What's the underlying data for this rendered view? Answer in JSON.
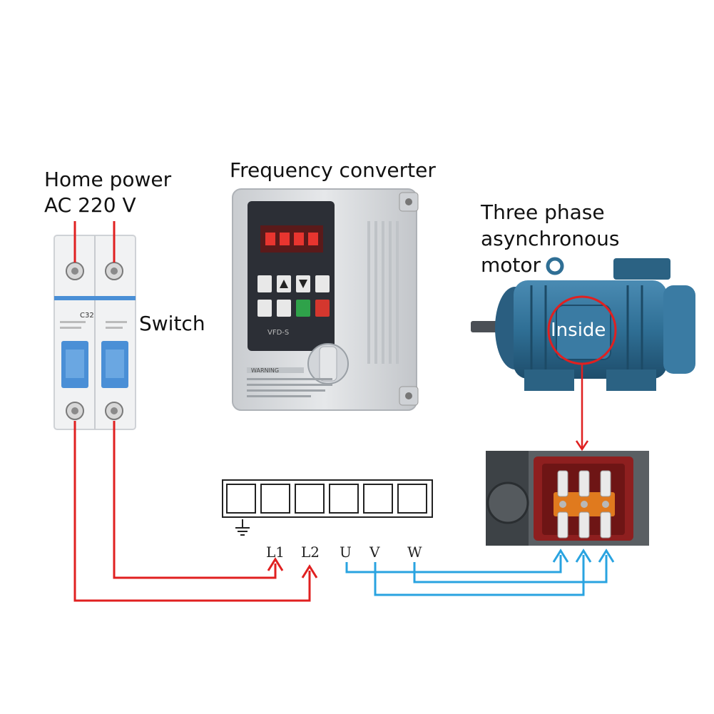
{
  "labels": {
    "home_power_line1": "Home power",
    "home_power_line2": "AC 220 V",
    "switch": "Switch",
    "converter": "Frequency converter",
    "motor_line1": "Three phase",
    "motor_line2": "asynchronous",
    "motor_line3": "motor",
    "inside": "Inside"
  },
  "breaker": {
    "rating": "C32"
  },
  "converter_panel": {
    "model": "VFD-S",
    "warning": "WARNING"
  },
  "terminals": [
    "L1",
    "L2",
    "U",
    "V",
    "W"
  ],
  "colors": {
    "power_wire": "#e02020",
    "motor_wire": "#29a3e0",
    "motor_body": "#2f6f95",
    "panel_gray": "#d9dcdf",
    "breaker_blue": "#4a8fd6"
  }
}
